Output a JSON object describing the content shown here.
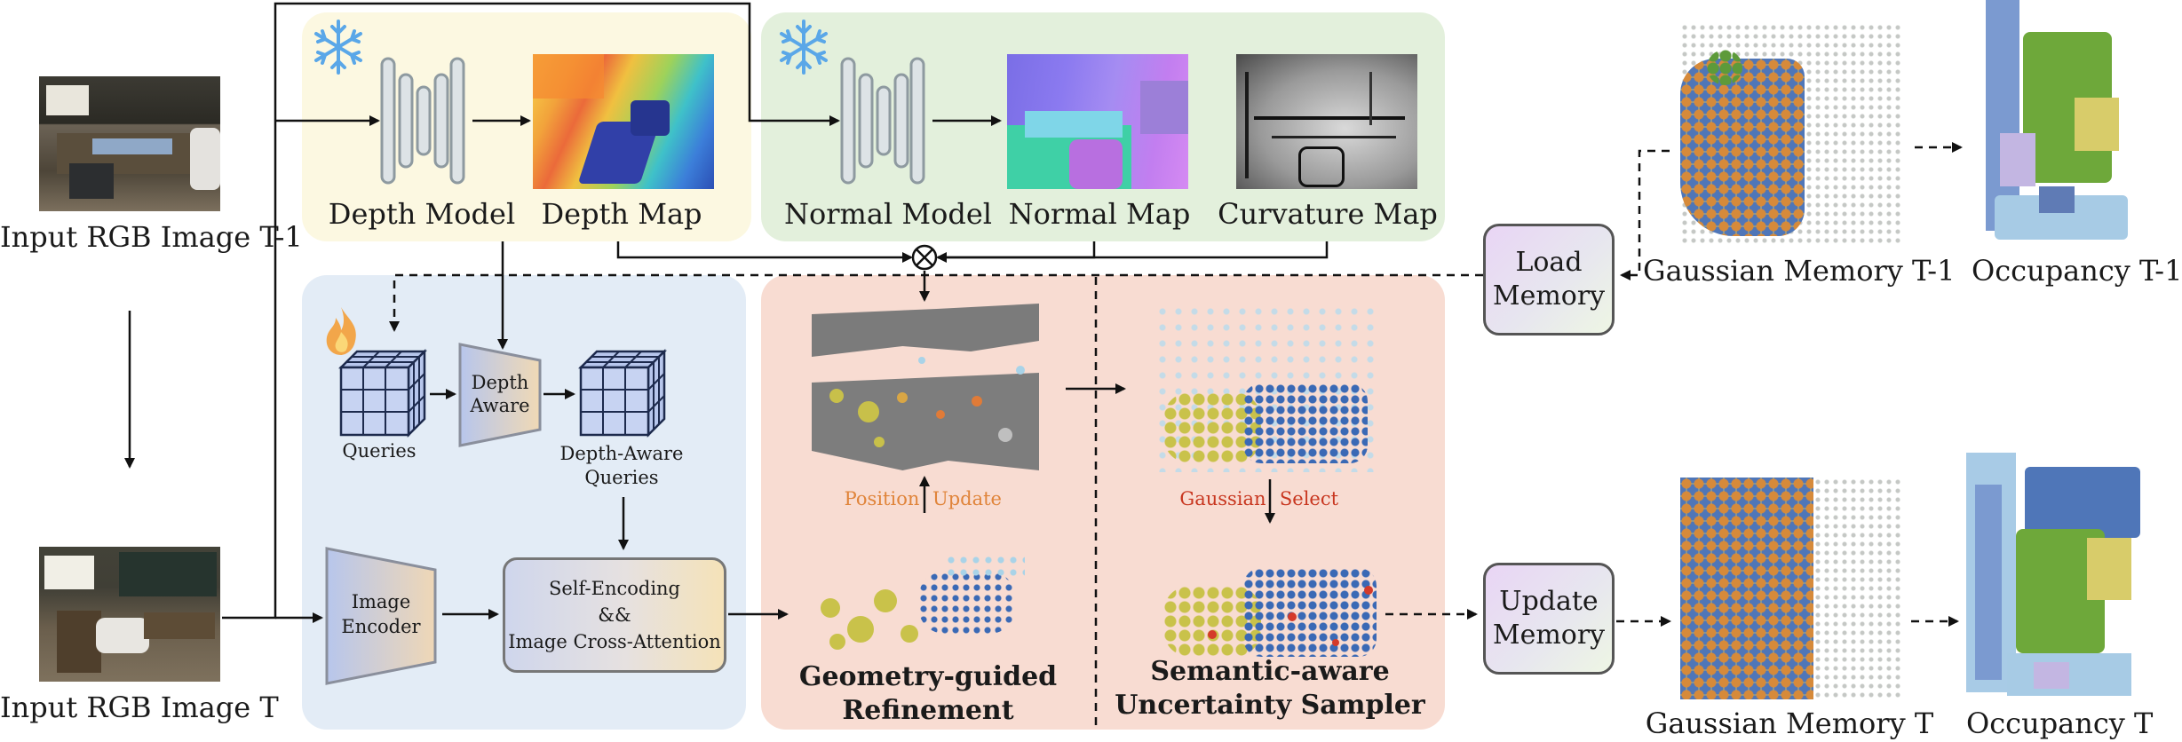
{
  "inputs": {
    "prev_label": "Input RGB Image T-1",
    "curr_label": "Input RGB Image T"
  },
  "depth_panel": {
    "model_label": "Depth Model",
    "map_label": "Depth Map",
    "frozen_icon": "snowflake-icon"
  },
  "normal_panel": {
    "model_label": "Normal Model",
    "normal_map_label": "Normal Map",
    "curvature_map_label": "Curvature Map",
    "frozen_icon": "snowflake-icon"
  },
  "query_panel": {
    "trainable_icon": "flame-icon",
    "queries_label": "Queries",
    "depth_aware_label": "Depth\nAware",
    "depth_aware_queries_label": "Depth-Aware\nQueries",
    "image_encoder_label": "Image\nEncoder",
    "cross_attention_label": "Self-Encoding\n&&\nImage Cross-Attention"
  },
  "refine_panel": {
    "position_label": "Position",
    "update_label": "Update",
    "title": "Geometry-guided\nRefinement"
  },
  "sampler_panel": {
    "gaussian_label": "Gaussian",
    "select_label": "Select",
    "title": "Semantic-aware\nUncertainty Sampler"
  },
  "memory": {
    "load_label": "Load\nMemory",
    "update_label": "Update\nMemory",
    "gaussian_prev_label": "Gaussian Memory T-1",
    "occupancy_prev_label": "Occupancy T-1",
    "gaussian_curr_label": "Gaussian Memory T",
    "occupancy_curr_label": "Occupancy T"
  },
  "colors": {
    "depth_panel_bg": "#fcf8e1",
    "normal_panel_bg": "#e3f0dc",
    "query_panel_bg": "#e3ecf6",
    "refine_panel_bg": "#f8dcd2",
    "position_text": "#e0843a",
    "gaussian_select_text": "#c8361f",
    "occupancy_green": "#6ea83a",
    "occupancy_blue": "#6c8fc6",
    "sem_blue": "#3a69b5",
    "sem_yellow": "#c9c24a"
  }
}
